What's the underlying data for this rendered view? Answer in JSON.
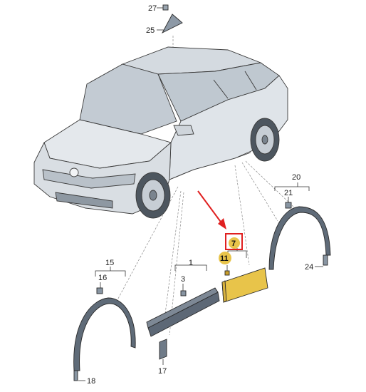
{
  "callouts": {
    "c27": "27",
    "c25": "25",
    "c20": "20",
    "c21": "21",
    "c7": "7",
    "c11": "11",
    "c1": "1",
    "c3": "3",
    "c15": "15",
    "c16": "16",
    "c24": "24",
    "c17": "17",
    "c18": "18"
  },
  "highlight": {
    "color_circle": "#e8c44a",
    "color_box": "#e02020",
    "color_arrow": "#e02020",
    "color_part": "#e8c44a"
  }
}
